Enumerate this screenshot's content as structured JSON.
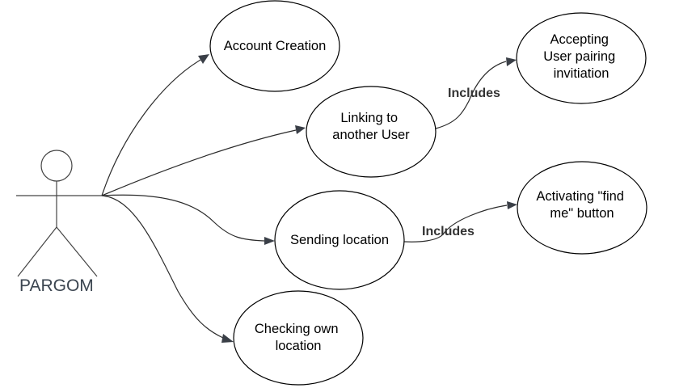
{
  "actor": {
    "name": "PARGOM"
  },
  "use_cases": [
    {
      "id": "account-creation",
      "lines": [
        "Account Creation"
      ]
    },
    {
      "id": "linking",
      "lines": [
        "Linking to",
        "another User"
      ]
    },
    {
      "id": "accepting",
      "lines": [
        "Accepting",
        "User pairing",
        "invitiation"
      ]
    },
    {
      "id": "sending-location",
      "lines": [
        "Sending location"
      ]
    },
    {
      "id": "activating",
      "lines": [
        "Activating \"find",
        "me\" button"
      ]
    },
    {
      "id": "checking",
      "lines": [
        "Checking own",
        "location"
      ]
    }
  ],
  "relations": [
    {
      "from": "actor",
      "to": "account-creation",
      "label": ""
    },
    {
      "from": "actor",
      "to": "linking",
      "label": ""
    },
    {
      "from": "actor",
      "to": "sending-location",
      "label": ""
    },
    {
      "from": "actor",
      "to": "checking",
      "label": ""
    },
    {
      "from": "linking",
      "to": "accepting",
      "label": "Includes"
    },
    {
      "from": "sending-location",
      "to": "activating",
      "label": "Includes"
    }
  ]
}
